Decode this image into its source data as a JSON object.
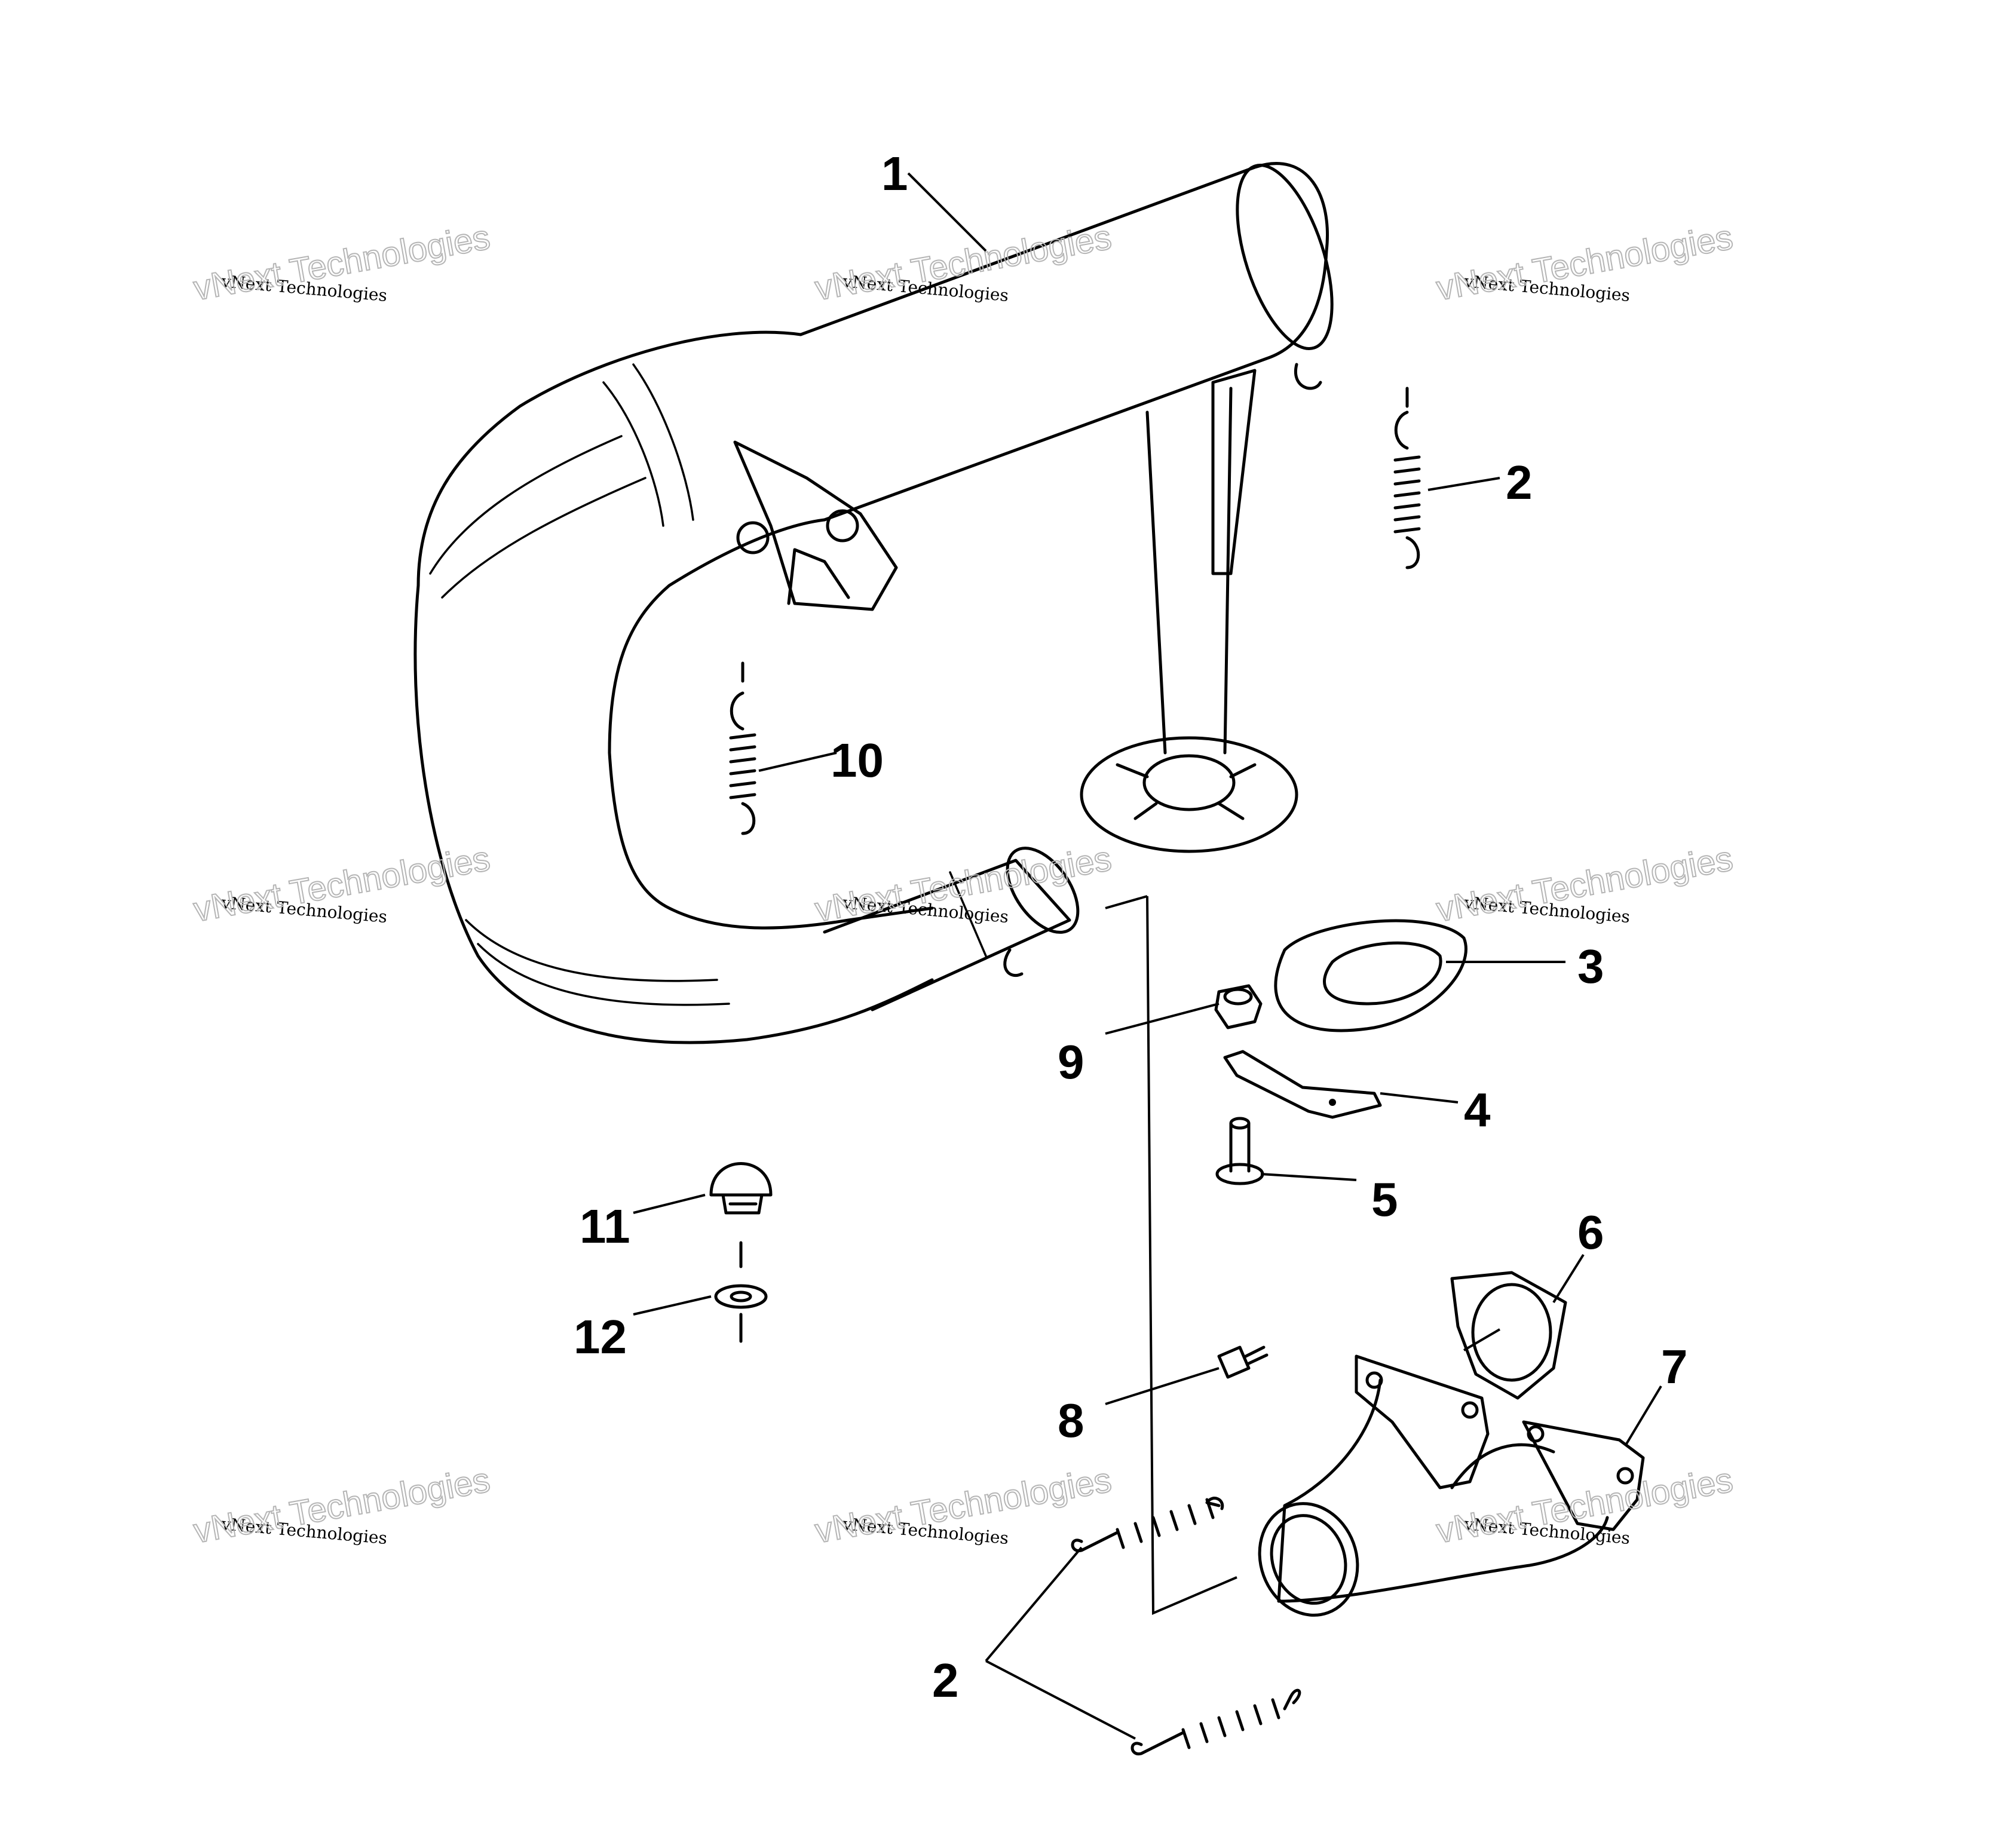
{
  "callouts": [
    {
      "id": "1",
      "label": "1"
    },
    {
      "id": "2a",
      "label": "2"
    },
    {
      "id": "2b",
      "label": "2"
    },
    {
      "id": "3",
      "label": "3"
    },
    {
      "id": "4",
      "label": "4"
    },
    {
      "id": "5",
      "label": "5"
    },
    {
      "id": "6",
      "label": "6"
    },
    {
      "id": "7",
      "label": "7"
    },
    {
      "id": "8",
      "label": "8"
    },
    {
      "id": "9",
      "label": "9"
    },
    {
      "id": "10",
      "label": "10"
    },
    {
      "id": "11",
      "label": "11"
    },
    {
      "id": "12",
      "label": "12"
    }
  ],
  "watermark": {
    "line1": "vNext Technologies",
    "line2": "vNext Technologies"
  }
}
